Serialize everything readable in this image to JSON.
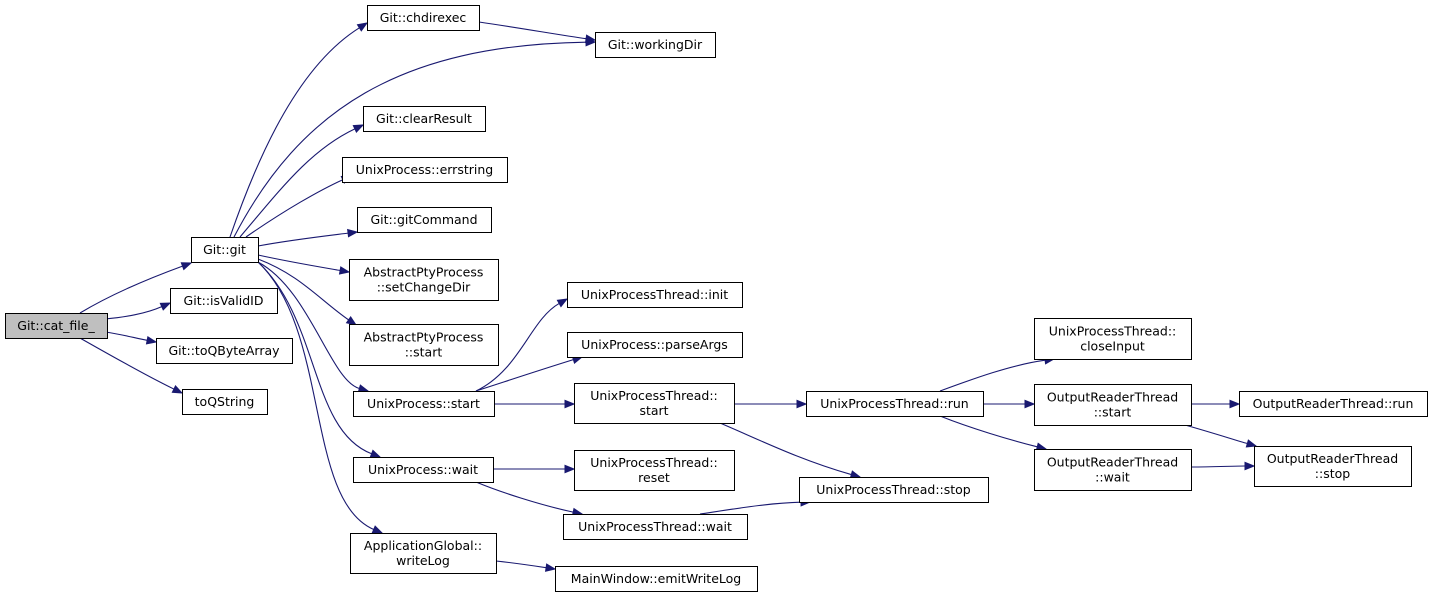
{
  "nodes": [
    {
      "id": "cat_file",
      "lines": [
        "Git::cat_file_"
      ],
      "root": true
    },
    {
      "id": "git",
      "lines": [
        "Git::git"
      ]
    },
    {
      "id": "isValidID",
      "lines": [
        "Git::isValidID"
      ]
    },
    {
      "id": "toQByteArray",
      "lines": [
        "Git::toQByteArray"
      ]
    },
    {
      "id": "toQString",
      "lines": [
        "toQString"
      ]
    },
    {
      "id": "chdirexec",
      "lines": [
        "Git::chdirexec"
      ]
    },
    {
      "id": "workingDir",
      "lines": [
        "Git::workingDir"
      ]
    },
    {
      "id": "clearResult",
      "lines": [
        "Git::clearResult"
      ]
    },
    {
      "id": "errstring",
      "lines": [
        "UnixProcess::errstring"
      ]
    },
    {
      "id": "gitCommand",
      "lines": [
        "Git::gitCommand"
      ]
    },
    {
      "id": "setChangeDir",
      "lines": [
        "AbstractPtyProcess",
        "::setChangeDir"
      ]
    },
    {
      "id": "apStart",
      "lines": [
        "AbstractPtyProcess",
        "::start"
      ]
    },
    {
      "id": "upStart",
      "lines": [
        "UnixProcess::start"
      ]
    },
    {
      "id": "upWait",
      "lines": [
        "UnixProcess::wait"
      ]
    },
    {
      "id": "writeLog",
      "lines": [
        "ApplicationGlobal::",
        "writeLog"
      ]
    },
    {
      "id": "uptInit",
      "lines": [
        "UnixProcessThread::init"
      ]
    },
    {
      "id": "parseArgs",
      "lines": [
        "UnixProcess::parseArgs"
      ]
    },
    {
      "id": "uptStart",
      "lines": [
        "UnixProcessThread::",
        "start"
      ]
    },
    {
      "id": "uptReset",
      "lines": [
        "UnixProcessThread::",
        "reset"
      ]
    },
    {
      "id": "uptWait",
      "lines": [
        "UnixProcessThread::wait"
      ]
    },
    {
      "id": "emitWriteLog",
      "lines": [
        "MainWindow::emitWriteLog"
      ]
    },
    {
      "id": "uptRun",
      "lines": [
        "UnixProcessThread::run"
      ]
    },
    {
      "id": "uptStop",
      "lines": [
        "UnixProcessThread::stop"
      ]
    },
    {
      "id": "closeInput",
      "lines": [
        "UnixProcessThread::",
        "closeInput"
      ]
    },
    {
      "id": "ortStart",
      "lines": [
        "OutputReaderThread",
        "::start"
      ]
    },
    {
      "id": "ortWait",
      "lines": [
        "OutputReaderThread",
        "::wait"
      ]
    },
    {
      "id": "ortRun",
      "lines": [
        "OutputReaderThread::run"
      ]
    },
    {
      "id": "ortStop",
      "lines": [
        "OutputReaderThread",
        "::stop"
      ]
    }
  ],
  "edges": [
    [
      "cat_file",
      "git"
    ],
    [
      "cat_file",
      "isValidID"
    ],
    [
      "cat_file",
      "toQByteArray"
    ],
    [
      "cat_file",
      "toQString"
    ],
    [
      "git",
      "chdirexec"
    ],
    [
      "git",
      "workingDir"
    ],
    [
      "git",
      "clearResult"
    ],
    [
      "git",
      "errstring"
    ],
    [
      "git",
      "gitCommand"
    ],
    [
      "git",
      "setChangeDir"
    ],
    [
      "git",
      "apStart"
    ],
    [
      "git",
      "upStart"
    ],
    [
      "git",
      "upWait"
    ],
    [
      "git",
      "writeLog"
    ],
    [
      "chdirexec",
      "workingDir"
    ],
    [
      "upStart",
      "uptInit"
    ],
    [
      "upStart",
      "parseArgs"
    ],
    [
      "upStart",
      "uptStart"
    ],
    [
      "upWait",
      "uptReset"
    ],
    [
      "upWait",
      "uptWait"
    ],
    [
      "writeLog",
      "emitWriteLog"
    ],
    [
      "uptStart",
      "uptRun"
    ],
    [
      "uptStart",
      "uptStop"
    ],
    [
      "uptWait",
      "uptStop"
    ],
    [
      "uptRun",
      "closeInput"
    ],
    [
      "uptRun",
      "ortStart"
    ],
    [
      "uptRun",
      "ortWait"
    ],
    [
      "ortStart",
      "ortRun"
    ],
    [
      "ortStart",
      "ortStop"
    ],
    [
      "ortWait",
      "ortStop"
    ]
  ]
}
